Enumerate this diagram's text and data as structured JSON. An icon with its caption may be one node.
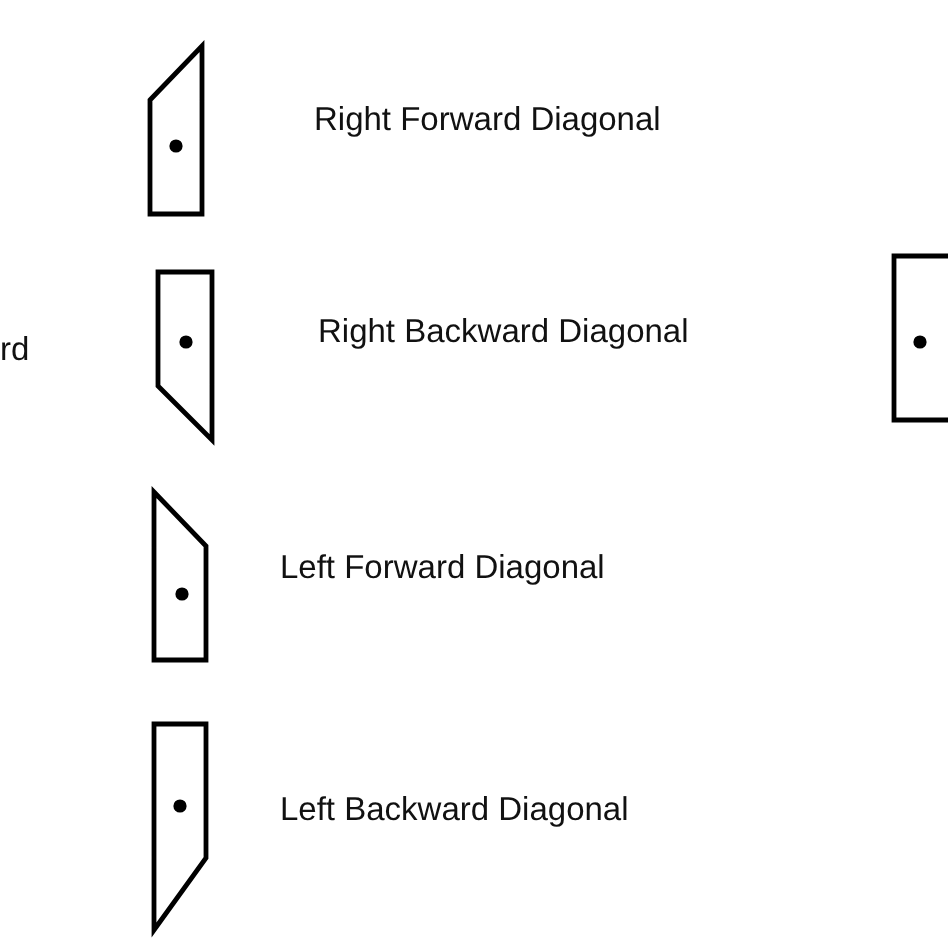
{
  "diagram": {
    "nodes": [
      {
        "text": [],
        "shape": "box",
        "beside": [
          "Right Forward Diagonal"
        ]
      },
      {
        "text": [],
        "shape": "box",
        "beside": [
          "Right Backward Diagonal"
        ]
      },
      {
        "text": [],
        "shape": "box",
        "beside": [
          "Left Forward Diagonal"
        ]
      },
      {
        "text": [],
        "shape": "box",
        "beside": [
          "Left Backward Diagonal"
        ]
      },
      {
        "text": [],
        "shape": "box"
      }
    ],
    "labels": [
      "rd"
    ]
  }
}
